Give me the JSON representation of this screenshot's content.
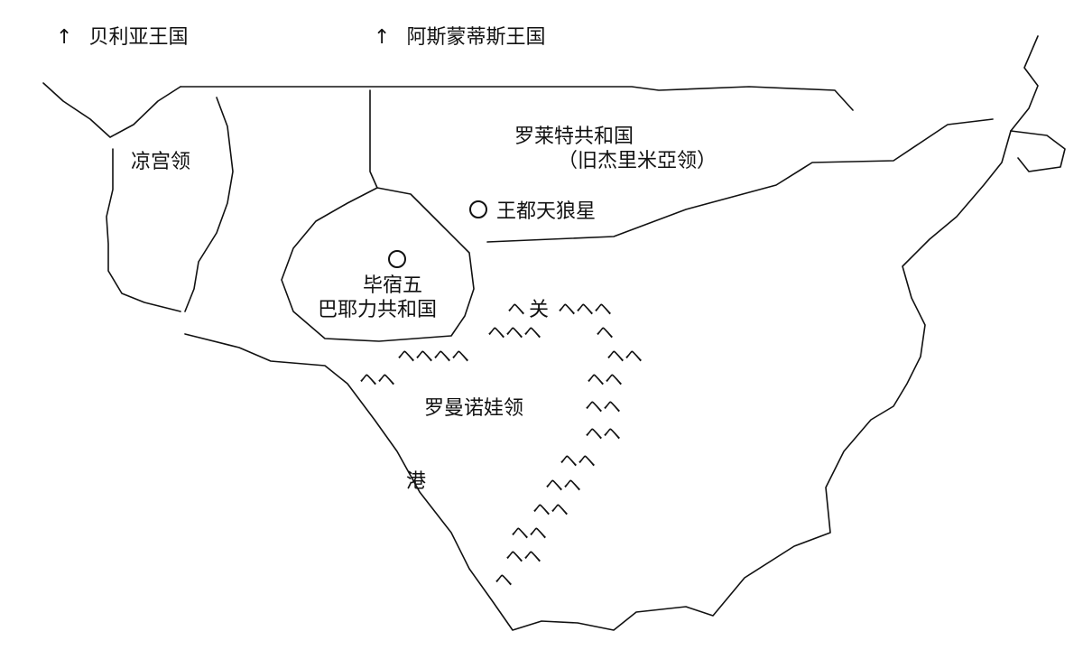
{
  "map": {
    "regions": [
      {
        "id": "beliya",
        "arrow": "↑",
        "name": "贝利亚王国"
      },
      {
        "id": "asmodeus",
        "arrow": "↑",
        "name": "阿斯蒙蒂斯王国"
      },
      {
        "id": "lorent",
        "name": "罗莱特共和国",
        "sub": "（旧杰里米亞领）"
      },
      {
        "id": "ryogu",
        "name": "凉宫领"
      },
      {
        "id": "capital",
        "name": "王都天狼星"
      },
      {
        "id": "bayaly",
        "line1": "毕宿五",
        "line2": "巴耶力共和国"
      },
      {
        "id": "guan",
        "name": "关"
      },
      {
        "id": "romanov",
        "name": "罗曼诺娃领"
      },
      {
        "id": "port",
        "name": "港"
      }
    ]
  }
}
